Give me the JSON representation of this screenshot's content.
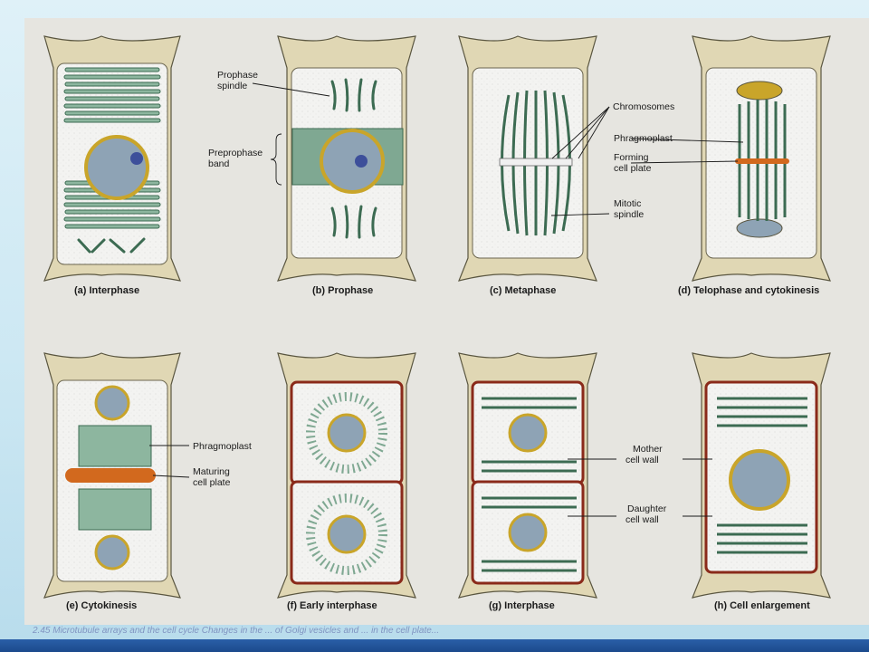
{
  "captions": {
    "a": "(a) Interphase",
    "b": "(b) Prophase",
    "c": "(c) Metaphase",
    "d": "(d) Telophase and cytokinesis",
    "e": "(e) Cytokinesis",
    "f": "(f) Early interphase",
    "g": "(g) Interphase",
    "h": "(h) Cell enlargement"
  },
  "labels": {
    "prophase_spindle": [
      "Prophase",
      "spindle"
    ],
    "preprophase_band": [
      "Preprophase",
      "band"
    ],
    "chromosomes": "Chromosomes",
    "phragmoplast_d": "Phragmoplast",
    "forming_cell_plate": [
      "Forming",
      "cell plate"
    ],
    "mitotic_spindle": [
      "Mitotic",
      "spindle"
    ],
    "phragmoplast_e": "Phragmoplast",
    "maturing_cell_plate": [
      "Maturing",
      "cell plate"
    ],
    "mother_cell_wall": [
      "Mother",
      "cell wall"
    ],
    "daughter_cell_wall": [
      "Daughter",
      "cell wall"
    ]
  },
  "bottom_caption": "2.45  Microtubule arrays and the cell cycle  Changes in the ... of Golgi vesicles and ... in the cell plate...",
  "colors": {
    "figure_bg": "#e6e5e0",
    "cell_wall": "#d9cfa8",
    "cytoplasm": "#f4f4f2",
    "microtubule": "#7fa892",
    "nucleus": "#8aa0b4",
    "nuclear_rim": "#c9a52a",
    "new_wall": "#8a2a1a",
    "cell_plate": "#d2691e"
  }
}
